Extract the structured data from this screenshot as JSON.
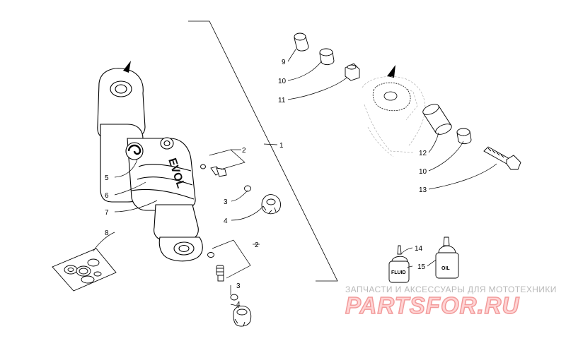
{
  "diagram": {
    "callouts": [
      {
        "id": "c1",
        "label": "1"
      },
      {
        "id": "c2a",
        "label": "2"
      },
      {
        "id": "c2b",
        "label": "2"
      },
      {
        "id": "c3a",
        "label": "3"
      },
      {
        "id": "c3b",
        "label": "3"
      },
      {
        "id": "c4a",
        "label": "4"
      },
      {
        "id": "c4b",
        "label": "4"
      },
      {
        "id": "c5",
        "label": "5"
      },
      {
        "id": "c6",
        "label": "6"
      },
      {
        "id": "c7",
        "label": "7"
      },
      {
        "id": "c8",
        "label": "8"
      },
      {
        "id": "c9",
        "label": "9"
      },
      {
        "id": "c10a",
        "label": "10"
      },
      {
        "id": "c10b",
        "label": "10"
      },
      {
        "id": "c11",
        "label": "11"
      },
      {
        "id": "c12",
        "label": "12"
      },
      {
        "id": "c13",
        "label": "13"
      },
      {
        "id": "c14",
        "label": "14"
      },
      {
        "id": "c15",
        "label": "15"
      }
    ],
    "shock_brand": "EVOL",
    "bottles": {
      "fluid": "FLUID",
      "oil": "OIL"
    }
  },
  "watermark": {
    "tagline": "ЗАПЧАСТИ И АКСЕССУАРЫ ДЛЯ МОТОТЕХНИКИ",
    "brand": "PARTSFOR.RU"
  },
  "colors": {
    "line": "#000000",
    "ghost": "#b0b0b0",
    "watermark_fill": "#ffd4d4",
    "watermark_stroke": "#f29a9a",
    "watermark_text": "#b9b9b9"
  }
}
